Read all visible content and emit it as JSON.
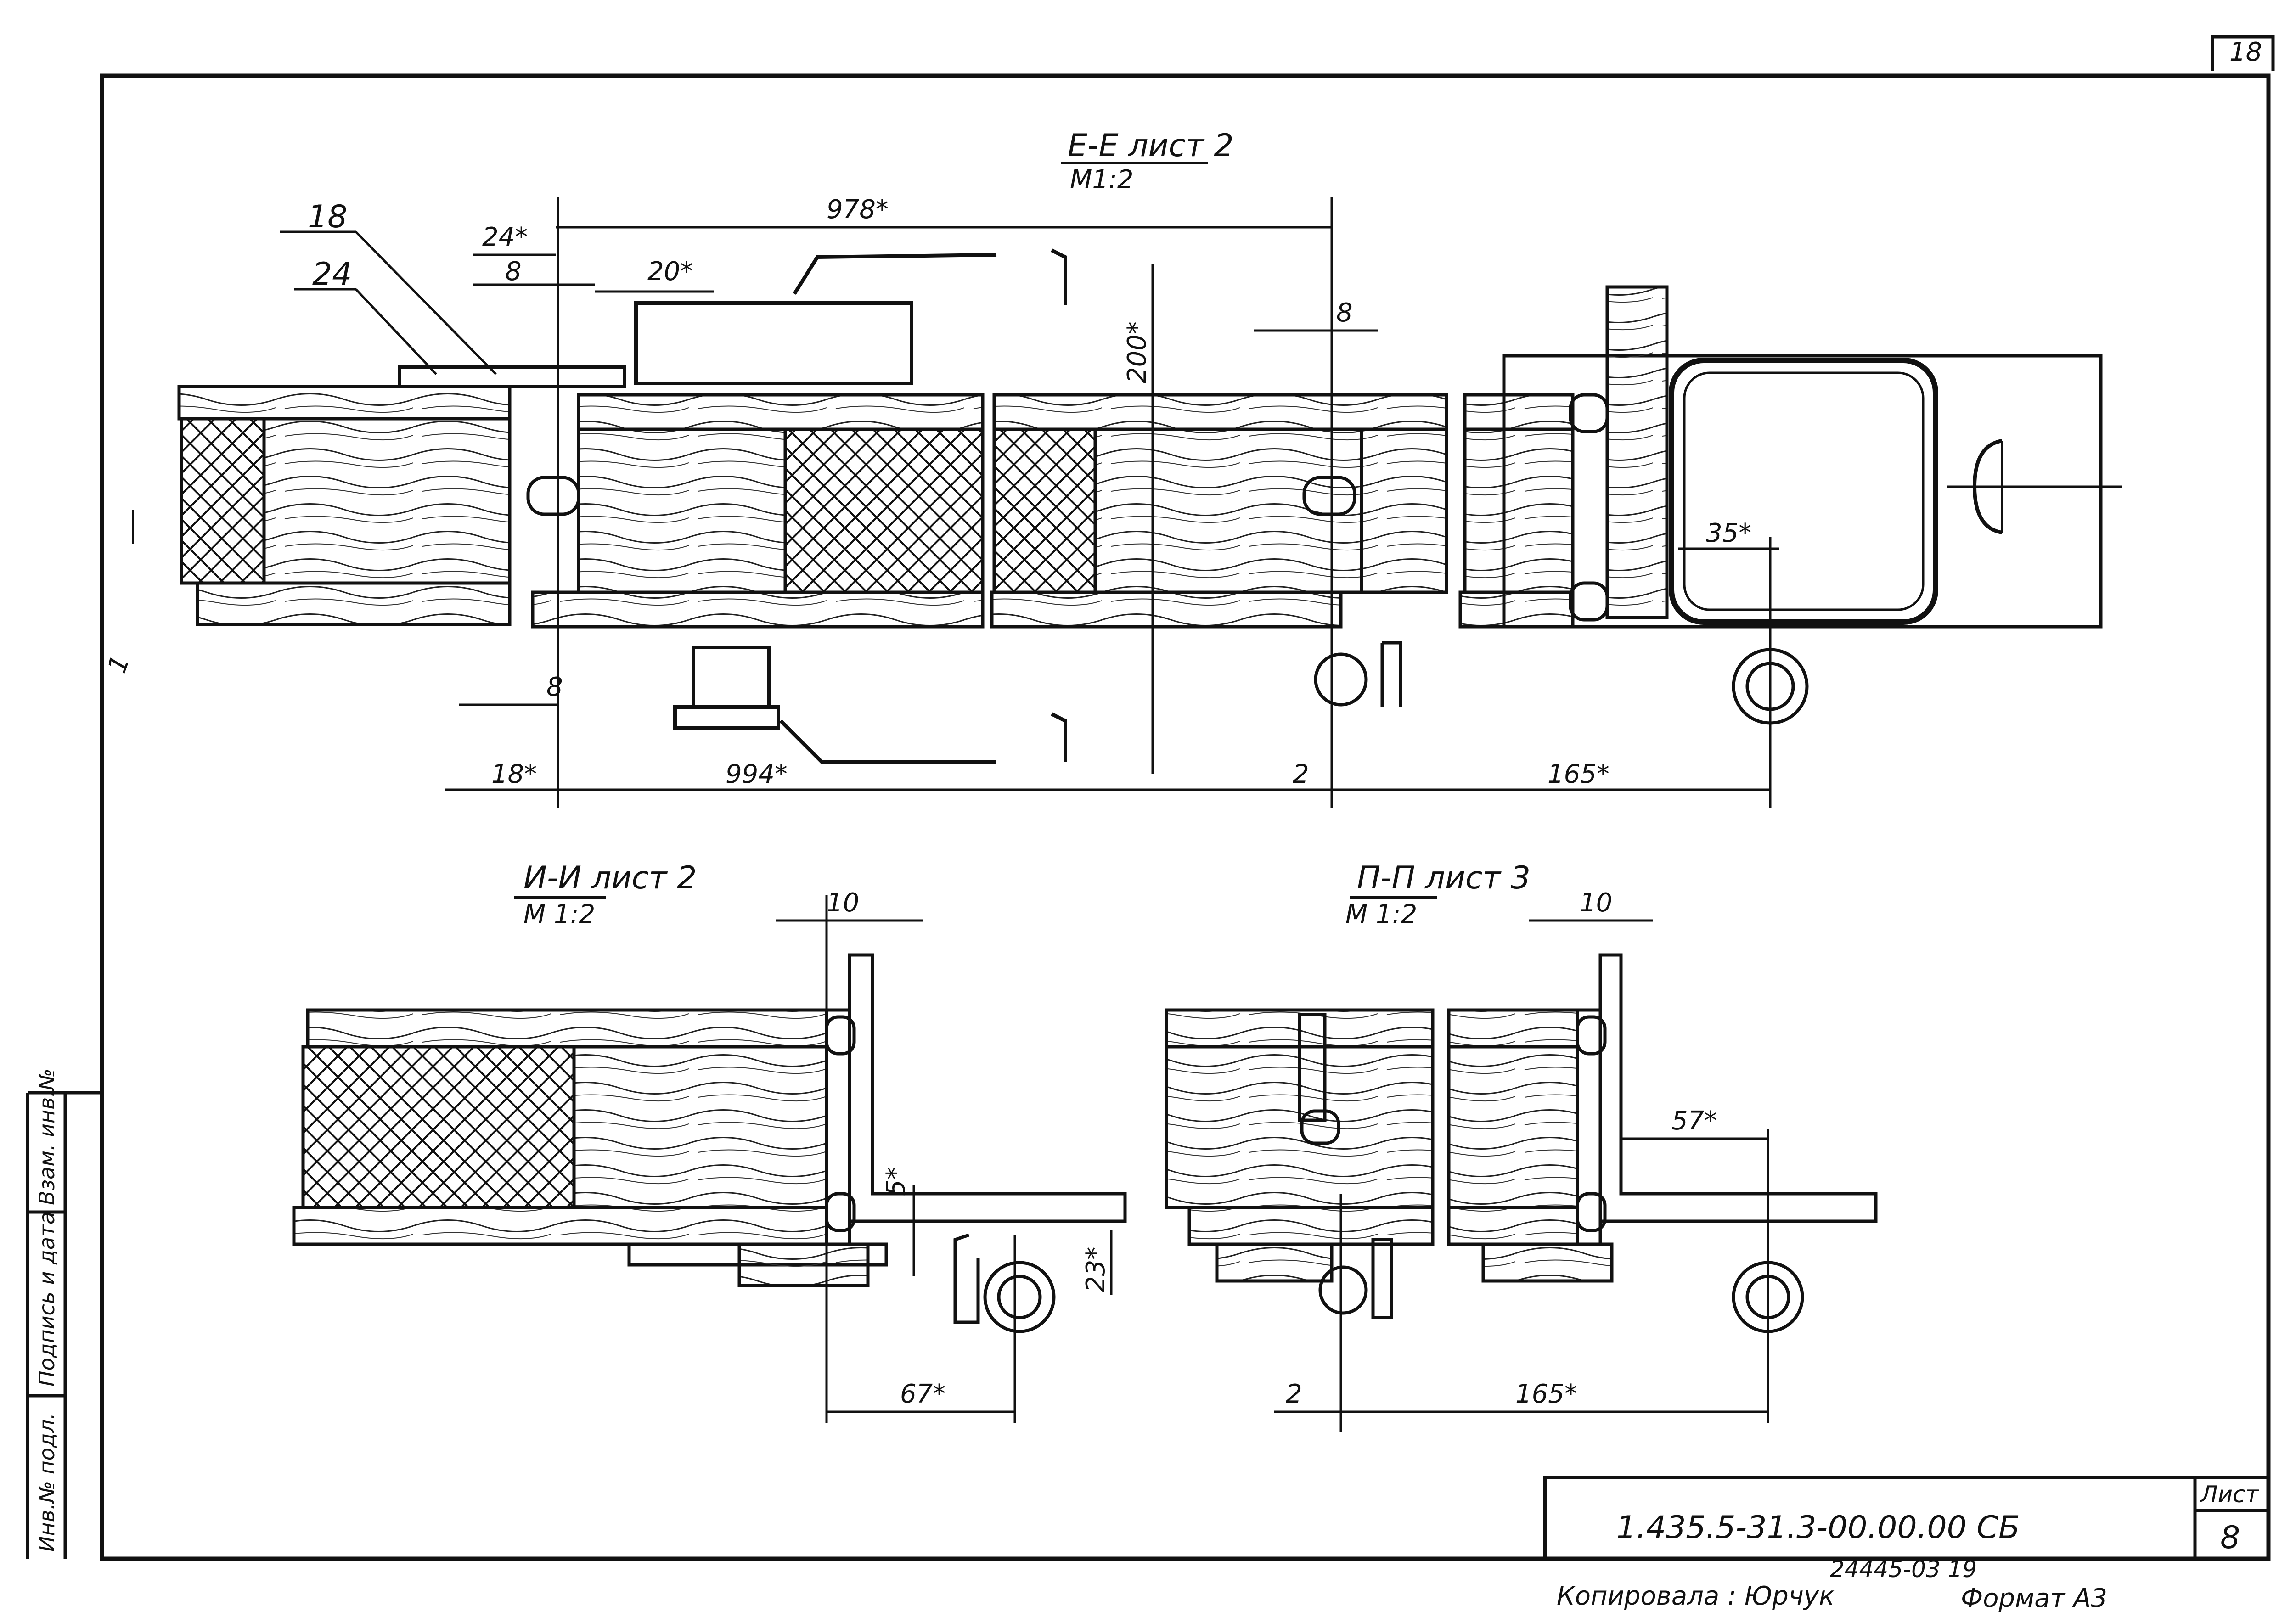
{
  "sheet_corner": "18",
  "sections": {
    "ee": {
      "title": "Е-Е лист 2",
      "scale": "М1:2"
    },
    "ii": {
      "title": "И-И лист 2",
      "scale": "М 1:2"
    },
    "pp": {
      "title": "П-П лист 3",
      "scale": "М 1:2"
    }
  },
  "callouts": [
    "18",
    "24"
  ],
  "dimensions_ee": {
    "d978": "978*",
    "d24": "24*",
    "d8a": "8",
    "d20": "20*",
    "d8b": "8",
    "d200": "200*",
    "d35": "35*",
    "d1": "1",
    "d8c": "8",
    "d18": "18*",
    "d994": "994*",
    "d2": "2",
    "d165": "165*"
  },
  "dimensions_ii": {
    "d10": "10",
    "d5": "5*",
    "d23": "23*",
    "d67": "67*"
  },
  "dimensions_pp": {
    "d10": "10",
    "d57": "57*",
    "d2": "2",
    "d165": "165*"
  },
  "left_strip": [
    "Инв.№ подл.",
    "Подпись и дата",
    "Взам. инв.№"
  ],
  "title_block": {
    "code": "1.435.5-31.3-00.00.00 СБ",
    "sheet_label": "Лист",
    "sheet_no": "8"
  },
  "footer": {
    "copied": "Копировала : Юрчук",
    "order": "24445-03 19",
    "format": "Формат А3"
  }
}
